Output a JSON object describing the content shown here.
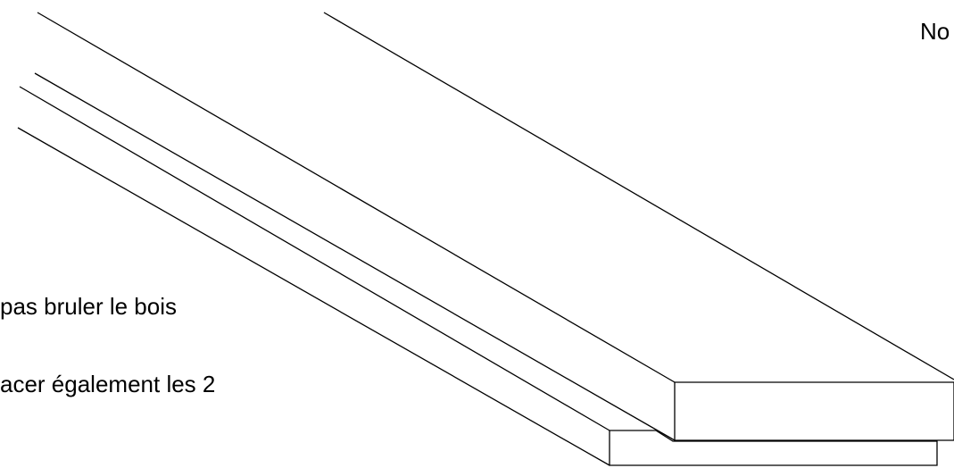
{
  "diagram": {
    "labels": {
      "top_right": "No",
      "line_1": "pas bruler le bois",
      "line_2": "acer également les 2"
    },
    "colors": {
      "stroke": "#000000",
      "background": "#ffffff",
      "text": "#000000"
    }
  }
}
